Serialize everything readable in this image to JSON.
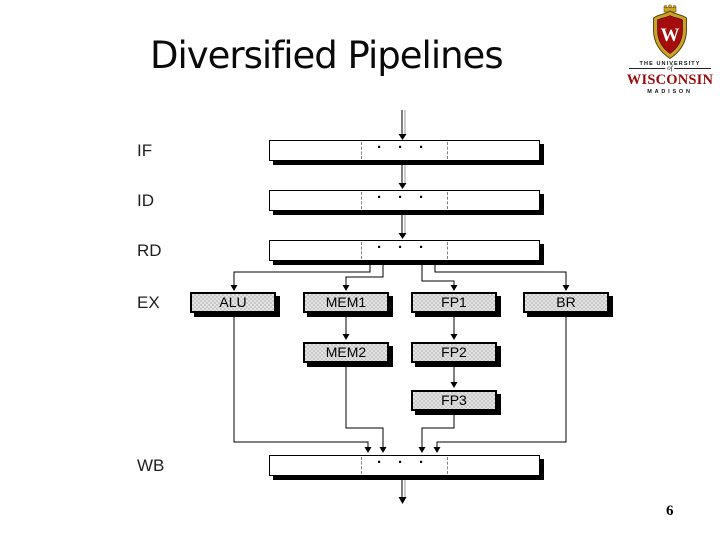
{
  "slide": {
    "title": "Diversified Pipelines",
    "page_number": "6"
  },
  "logo": {
    "monogram": "W",
    "the_university": "THE UNIVERSITY",
    "of": "of",
    "wisconsin": "WISCONSIN",
    "madison": "MADISON"
  },
  "diagram": {
    "stages": {
      "if": "IF",
      "id": "ID",
      "rd": "RD",
      "ex": "EX",
      "wb": "WB"
    },
    "units": {
      "alu": "ALU",
      "mem1": "MEM1",
      "fp1": "FP1",
      "br": "BR",
      "mem2": "MEM2",
      "fp2": "FP2",
      "fp3": "FP3"
    },
    "bar_dots": "···"
  },
  "colors": {
    "background": "#ffffff",
    "title_text": "#0a0a0a",
    "logo_red": "#9b0a0a",
    "crest_gold": "#c9a227",
    "unit_fill": "#e4e4e4",
    "line": "#000000"
  }
}
